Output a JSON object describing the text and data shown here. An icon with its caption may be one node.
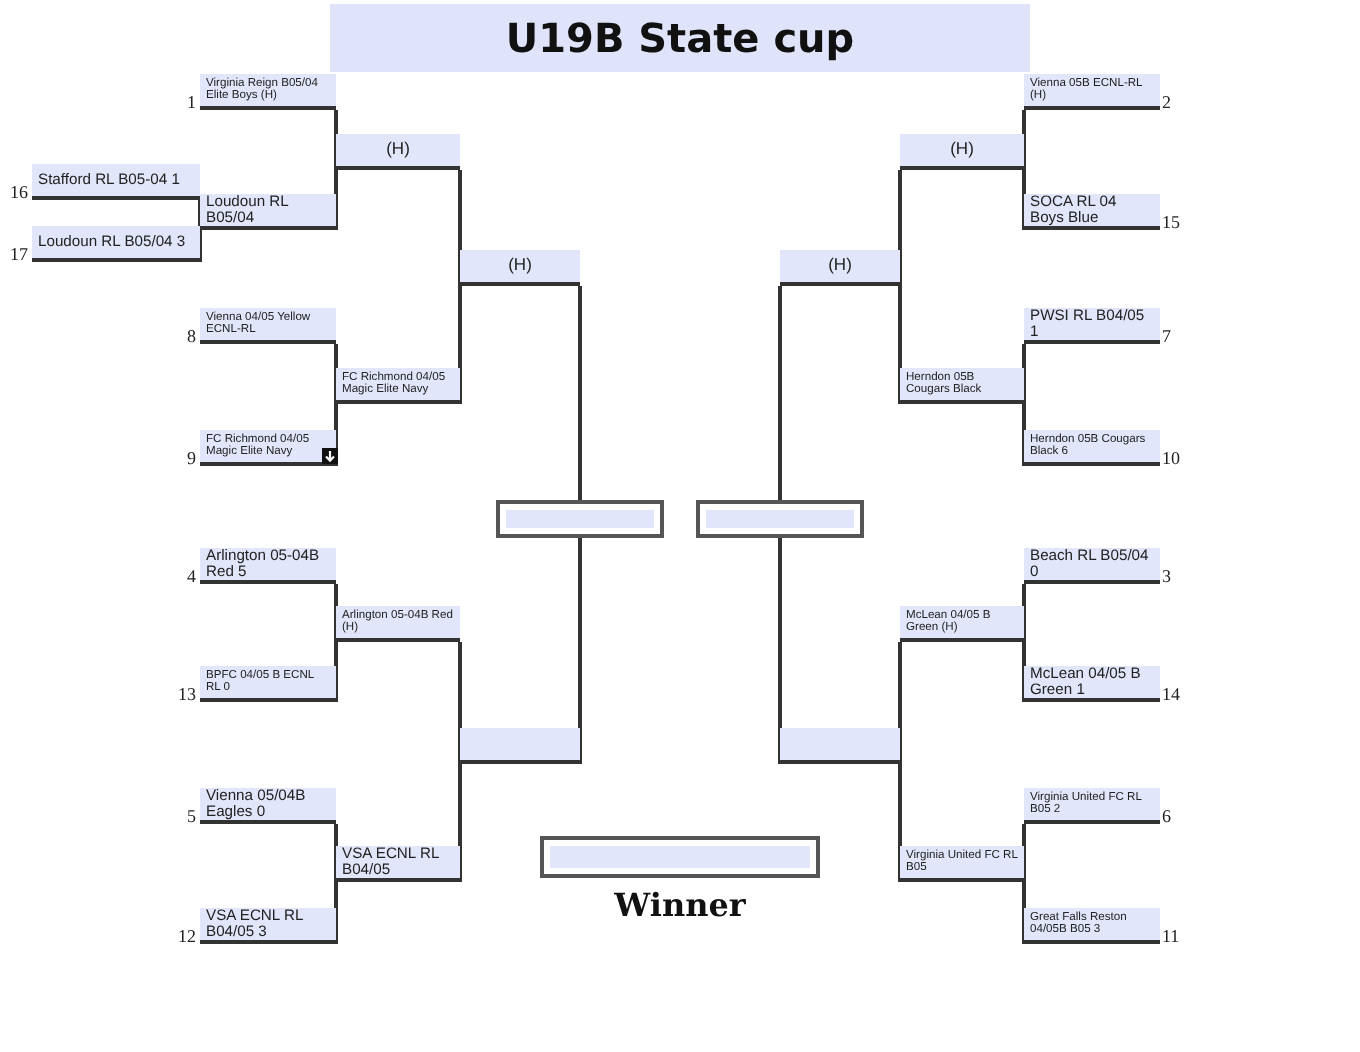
{
  "diagram": {
    "title": "U19B State cup",
    "nodes": [
      {
        "text": [
          "Virginia Reign B05/04 Elite Boys (H)"
        ],
        "beside": [
          "1"
        ]
      },
      {
        "text": [
          "Stafford RL B05-04 1"
        ],
        "beside": [
          "16"
        ]
      },
      {
        "text": [
          "Loudoun RL B05/04 3"
        ],
        "beside": [
          "17"
        ]
      },
      {
        "text": [
          "Loudoun RL B05/04"
        ]
      },
      {
        "text": [
          "(H)"
        ]
      },
      {
        "text": [
          "Vienna 04/05 Yellow ECNL-RL"
        ],
        "beside": [
          "8"
        ]
      },
      {
        "text": [
          "FC Richmond 04/05 Magic Elite Navy"
        ],
        "beside": [
          "9"
        ]
      },
      {
        "text": [
          "FC Richmond 04/05 Magic Elite Navy"
        ]
      },
      {
        "text": [
          "(H)"
        ]
      },
      {
        "text": [
          "Arlington 05-04B Red 5"
        ],
        "beside": [
          "4"
        ]
      },
      {
        "text": [
          "BPFC 04/05 B ECNL RL 0"
        ],
        "beside": [
          "13"
        ]
      },
      {
        "text": [
          "Arlington 05-04B Red (H)"
        ]
      },
      {
        "text": [
          "Vienna 05/04B Eagles 0"
        ],
        "beside": [
          "5"
        ]
      },
      {
        "text": [
          "VSA ECNL RL B04/05 3"
        ],
        "beside": [
          "12"
        ]
      },
      {
        "text": [
          "VSA ECNL RL B04/05"
        ]
      },
      {
        "text": [],
        "shape": "bar"
      },
      {
        "text": [],
        "shape": "box"
      },
      {
        "text": [],
        "shape": "box",
        "beside": [
          "Winner"
        ]
      },
      {
        "text": [],
        "shape": "box"
      },
      {
        "text": [
          "Vienna 05B ECNL-RL (H)"
        ],
        "beside": [
          "2"
        ]
      },
      {
        "text": [
          "SOCA RL 04 Boys Blue"
        ],
        "beside": [
          "15"
        ]
      },
      {
        "text": [
          "(H)"
        ]
      },
      {
        "text": [
          "PWSI RL B04/05 1"
        ],
        "beside": [
          "7"
        ]
      },
      {
        "text": [
          "Herndon 05B Cougars Black 6"
        ],
        "beside": [
          "10"
        ]
      },
      {
        "text": [
          "Herndon 05B Cougars Black"
        ]
      },
      {
        "text": [
          "(H)"
        ]
      },
      {
        "text": [
          "Beach RL B05/04 0"
        ],
        "beside": [
          "3"
        ]
      },
      {
        "text": [
          "McLean 04/05 B Green 1"
        ],
        "beside": [
          "14"
        ]
      },
      {
        "text": [
          "McLean 04/05 B Green (H)"
        ]
      },
      {
        "text": [
          "Virginia United FC RL B05 2"
        ],
        "beside": [
          "6"
        ]
      },
      {
        "text": [
          "Great Falls Reston 04/05B B05 3"
        ],
        "beside": [
          "11"
        ]
      },
      {
        "text": [
          "Virginia United FC RL B05"
        ]
      },
      {
        "text": [],
        "shape": "bar"
      }
    ],
    "edges": [
      {
        "from": 1,
        "to": 3,
        "arrow": "none"
      },
      {
        "from": 2,
        "to": 3,
        "arrow": "none"
      },
      {
        "from": 0,
        "to": 4,
        "arrow": "none"
      },
      {
        "from": 3,
        "to": 4,
        "arrow": "none"
      },
      {
        "from": 5,
        "to": 7,
        "arrow": "none"
      },
      {
        "from": 6,
        "to": 7,
        "arrow": "none"
      },
      {
        "from": 4,
        "to": 8,
        "arrow": "none"
      },
      {
        "from": 7,
        "to": 8,
        "arrow": "none"
      },
      {
        "from": 9,
        "to": 11,
        "arrow": "none"
      },
      {
        "from": 10,
        "to": 11,
        "arrow": "none"
      },
      {
        "from": 12,
        "to": 14,
        "arrow": "none"
      },
      {
        "from": 13,
        "to": 14,
        "arrow": "none"
      },
      {
        "from": 11,
        "to": 15,
        "arrow": "none"
      },
      {
        "from": 14,
        "to": 15,
        "arrow": "none"
      },
      {
        "from": 8,
        "to": 16,
        "arrow": "none"
      },
      {
        "from": 15,
        "to": 16,
        "arrow": "none"
      },
      {
        "from": 19,
        "to": 21,
        "arrow": "none"
      },
      {
        "from": 20,
        "to": 21,
        "arrow": "none"
      },
      {
        "from": 22,
        "to": 24,
        "arrow": "none"
      },
      {
        "from": 23,
        "to": 24,
        "arrow": "none"
      },
      {
        "from": 21,
        "to": 25,
        "arrow": "none"
      },
      {
        "from": 24,
        "to": 25,
        "arrow": "none"
      },
      {
        "from": 26,
        "to": 28,
        "arrow": "none"
      },
      {
        "from": 27,
        "to": 28,
        "arrow": "none"
      },
      {
        "from": 29,
        "to": 31,
        "arrow": "none"
      },
      {
        "from": 30,
        "to": 31,
        "arrow": "none"
      },
      {
        "from": 28,
        "to": 32,
        "arrow": "none"
      },
      {
        "from": 31,
        "to": 32,
        "arrow": "none"
      },
      {
        "from": 25,
        "to": 18,
        "arrow": "none"
      },
      {
        "from": 32,
        "to": 18,
        "arrow": "none"
      }
    ]
  }
}
